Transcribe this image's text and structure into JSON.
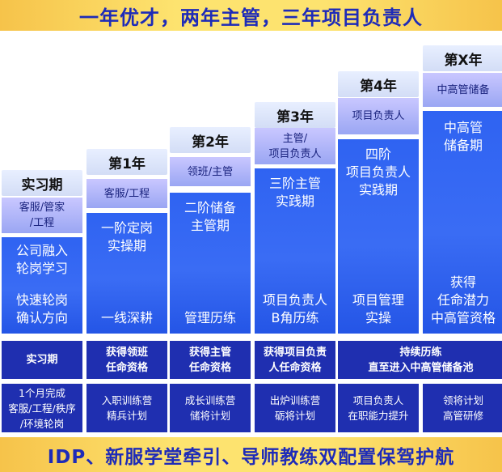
{
  "header": {
    "title": "一年优才，两年主管，三年项目负责人"
  },
  "columns": [
    {
      "stage": "实习期",
      "role": "客服/管家\n/工程",
      "main_upper": "公司融入\n轮岗学习",
      "main_lower": "快速轮岗\n确认方向",
      "milestone": "实习期",
      "plan": "1个月完成\n客服/工程/秩序\n/环境轮岗"
    },
    {
      "stage": "第1年",
      "role": "客服/工程",
      "main_upper": "一阶定岗\n实操期",
      "main_lower": "一线深耕",
      "milestone": "获得领班\n任命资格",
      "plan": "入职训练营\n精兵计划"
    },
    {
      "stage": "第2年",
      "role": "领班/主管",
      "main_upper": "二阶储备\n主管期",
      "main_lower": "管理历练",
      "milestone": "获得主管\n任命资格",
      "plan": "成长训练营\n储将计划"
    },
    {
      "stage": "第3年",
      "role": "主管/\n项目负责人",
      "main_upper": "三阶主管\n实践期",
      "main_lower": "项目负责人\nB角历练",
      "milestone": "获得项目负责\n人任命资格",
      "plan": "出炉训练营\n砺将计划"
    },
    {
      "stage": "第4年",
      "role": "项目负责人",
      "main_upper": "四阶\n项目负责人\n实践期",
      "main_lower": "项目管理\n实操",
      "plan": "项目负责人\n在职能力提升"
    },
    {
      "stage": "第X年",
      "role": "中高管储备",
      "main_upper": "中高管\n储备期",
      "main_lower": "获得\n任命潜力\n中高管资格",
      "plan": "领将计划\n高管研修"
    }
  ],
  "merged_milestone": "持续历练\n直至进入中高管储备池",
  "footer": {
    "text": "IDP、新服学堂牵引、导师教练双配置保驾护航"
  },
  "colors": {
    "banner": "#fde36f",
    "main": "#2f63f2",
    "dark": "#1f2fb0",
    "role": "#a9b1f6"
  }
}
